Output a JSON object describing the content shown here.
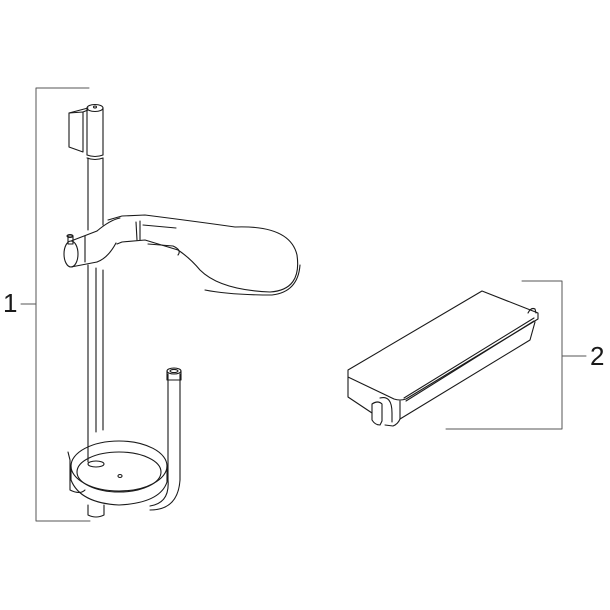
{
  "diagram": {
    "type": "exploded-parts-diagram",
    "parts": [
      {
        "number": "1",
        "description": "shower rail set with hand shower, slider, soap dish and hose"
      },
      {
        "number": "2",
        "description": "thermostatic shelf / shower shelf unit"
      }
    ]
  },
  "labels": {
    "part1": "1",
    "part2": "2"
  },
  "colors": {
    "line": "#1a1a1a",
    "bracket": "#555555",
    "background": "#ffffff"
  }
}
